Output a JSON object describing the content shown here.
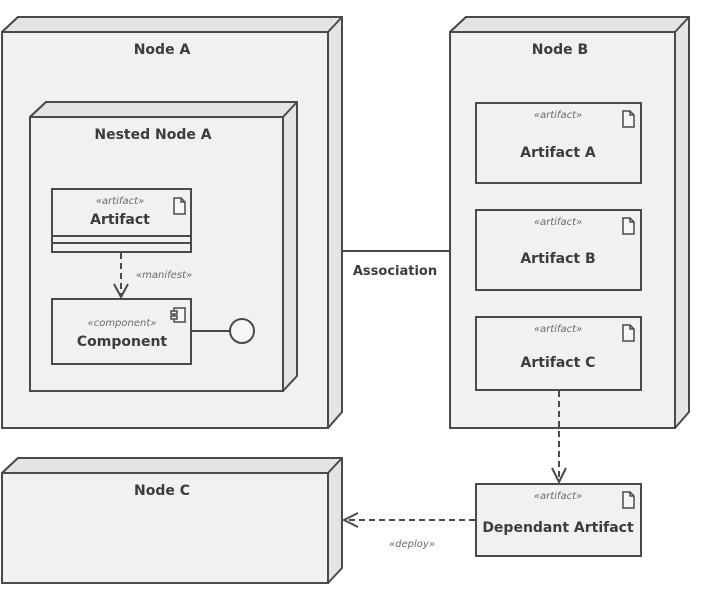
{
  "nodes": {
    "node_a": {
      "title": "Node A"
    },
    "nested_node_a": {
      "title": "Nested Node A"
    },
    "node_b": {
      "title": "Node B"
    },
    "node_c": {
      "title": "Node C"
    }
  },
  "elements": {
    "artifact": {
      "stereotype": "«artifact»",
      "name": "Artifact"
    },
    "component": {
      "stereotype": "«component»",
      "name": "Component"
    },
    "artifact_a": {
      "stereotype": "«artifact»",
      "name": "Artifact A"
    },
    "artifact_b": {
      "stereotype": "«artifact»",
      "name": "Artifact B"
    },
    "artifact_c": {
      "stereotype": "«artifact»",
      "name": "Artifact C"
    },
    "dependant_artifact": {
      "stereotype": "«artifact»",
      "name": "Dependant Artifact"
    }
  },
  "relations": {
    "manifest": "«manifest»",
    "association": "Association",
    "deploy": "«deploy»"
  },
  "icons": {
    "artifact": "document-icon",
    "component": "component-icon",
    "interface": "provided-interface-icon"
  },
  "colors": {
    "stroke": "#4a4a4a",
    "fill": "#f1f1f1",
    "side": "#e4e4e4",
    "text": "#3c3c3c"
  }
}
